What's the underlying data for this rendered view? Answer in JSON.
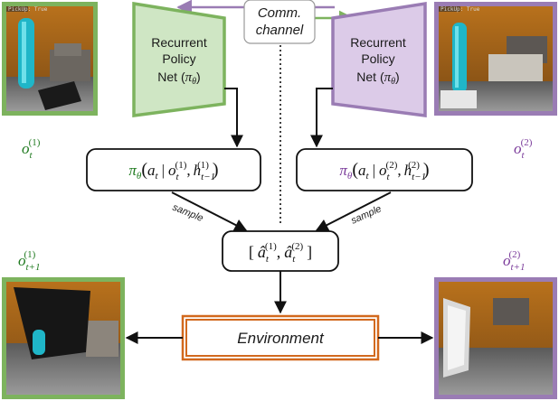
{
  "comm_channel": {
    "line1": "Comm.",
    "line2": "channel"
  },
  "policy_net_left": {
    "line1": "Recurrent",
    "line2": "Policy",
    "line3_prefix": "Net (",
    "line3_symbol": "π",
    "line3_sub": "θ",
    "line3_suffix": ")"
  },
  "policy_net_right": {
    "line1": "Recurrent",
    "line2": "Policy",
    "line3_prefix": "Net (",
    "line3_symbol": "π",
    "line3_sub": "θ",
    "line3_suffix": ")"
  },
  "obs_left": {
    "base": "o",
    "sub": "t",
    "sup": "(1)"
  },
  "obs_right": {
    "base": "o",
    "sub": "t",
    "sup": "(2)"
  },
  "next_obs_left": {
    "base": "o",
    "sub": "t+1",
    "sup": "(1)"
  },
  "next_obs_right": {
    "base": "o",
    "sub": "t+1",
    "sup": "(2)"
  },
  "policy_left": {
    "pi": "π",
    "theta": "θ",
    "a": "a",
    "t": "t",
    "bar": "|",
    "o": "o",
    "o_sub": "t",
    "o_sup": "(1)",
    "comma": ",",
    "h": "h",
    "h_sub": "t−1",
    "h_sup": "(1)"
  },
  "policy_right": {
    "pi": "π",
    "theta": "θ",
    "a": "a",
    "t": "t",
    "bar": "|",
    "o": "o",
    "o_sub": "t",
    "o_sup": "(2)",
    "comma": ",",
    "h": "h",
    "h_sub": "t−1",
    "h_sup": "(2)"
  },
  "sample_left": "sample",
  "sample_right": "sample",
  "actions": {
    "open": "[",
    "a1": "â",
    "a1_sub": "t",
    "a1_sup": "(1)",
    "comma": ",",
    "a2": "â",
    "a2_sub": "t",
    "a2_sup": "(2)",
    "close": "]"
  },
  "environment": "Environment",
  "hud_left": "PickUp: True",
  "hud_right": "PickUp: True",
  "colors": {
    "agent1": "#1f7a1f",
    "agent2": "#7a3a9a",
    "frame1": "#7db35e",
    "frame2": "#9a7cb4",
    "env_border": "#d2691e",
    "policy1_fill": "#cfe6c4",
    "policy2_fill": "#dccbe8"
  }
}
